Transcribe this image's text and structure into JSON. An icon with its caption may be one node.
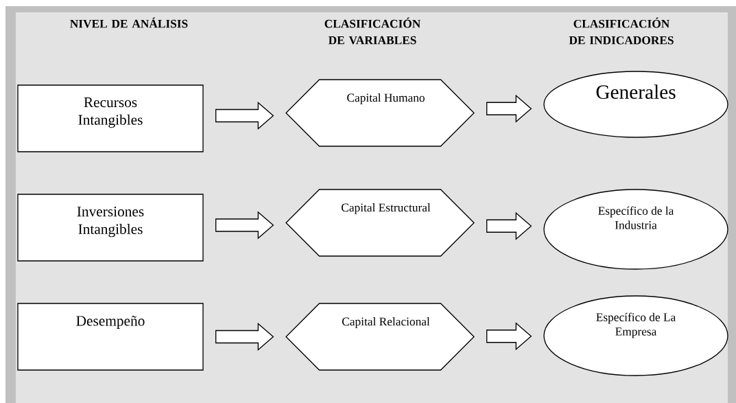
{
  "diagram": {
    "nodes": [
      {
        "text": [
          "Recursos Intangibles"
        ]
      },
      {
        "text": [
          "Capital Humano"
        ]
      },
      {
        "text": [
          "Generales"
        ]
      },
      {
        "text": [
          "Inversiones Intangibles"
        ]
      },
      {
        "text": [
          "Capital Estructural"
        ]
      },
      {
        "text": [
          "Específico de la Industria"
        ]
      },
      {
        "text": [
          "Desempeño"
        ]
      },
      {
        "text": [
          "Capital Relacional"
        ]
      },
      {
        "text": [
          "Específico de La Empresa"
        ]
      }
    ],
    "edges": [
      {
        "from": 0,
        "to": 1,
        "arrow": "to"
      },
      {
        "from": 1,
        "to": 2,
        "arrow": "to"
      },
      {
        "from": 3,
        "to": 4,
        "arrow": "to"
      },
      {
        "from": 4,
        "to": 5,
        "arrow": "to"
      },
      {
        "from": 6,
        "to": 7,
        "arrow": "to"
      },
      {
        "from": 7,
        "to": 8,
        "arrow": "to"
      }
    ],
    "labels": [
      "NIVEL DE ANÁLISIS",
      "CLASIFICACIÓN DE VARIABLES",
      "CLASIFICACIÓN DE INDICADORES"
    ]
  }
}
